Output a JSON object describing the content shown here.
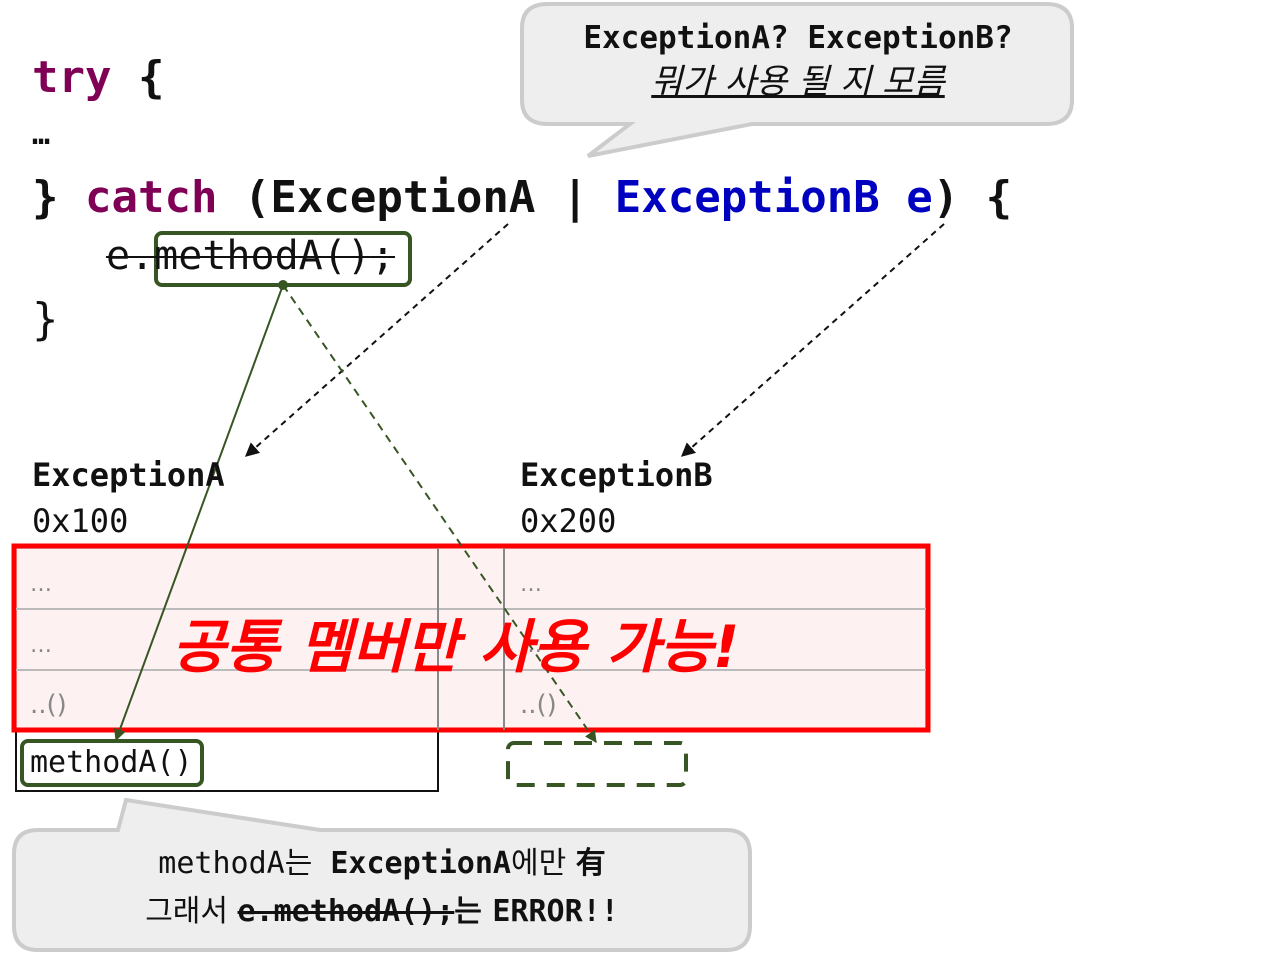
{
  "code": {
    "try_kw": "try",
    "try_brace": " {",
    "ellipsis": "…",
    "catch_open": "} ",
    "catch_kw": "catch",
    "catch_paren": " (ExceptionA ",
    "pipe": "|",
    "type_b": " ExceptionB e",
    "catch_close": ") {",
    "call_prefix": "e.",
    "call_method": "methodA()",
    "call_suffix": ";",
    "close_brace": "}"
  },
  "top_callout": {
    "line1": "ExceptionA? ExceptionB?",
    "line2": "뭐가 사용 될 지 모름"
  },
  "exception_a": {
    "name": "ExceptionA",
    "address": "0x100",
    "rows": [
      "…",
      "…",
      "..()"
    ],
    "extra_method": "methodA()"
  },
  "exception_b": {
    "name": "ExceptionB",
    "address": "0x200",
    "rows": [
      "…",
      "…",
      "..()"
    ]
  },
  "banner_text": "공통 멤버만 사용 가능!",
  "bottom_callout": {
    "line1_a": "methodA는 ",
    "line1_b": "ExceptionA",
    "line1_c": "에만 ",
    "line1_d": "有",
    "line2_a": "그래서 ",
    "line2_b": "e.methodA();",
    "line2_c": "는 ",
    "line2_d": "ERROR!!"
  },
  "colors": {
    "keyword": "#7f0055",
    "type_b": "#0000c0",
    "highlight_box": "#ff0000",
    "highlight_fill": "#fdeeee",
    "method_box": "#375623",
    "bubble_fill": "#eeeeee",
    "bubble_stroke": "#cccccc"
  }
}
